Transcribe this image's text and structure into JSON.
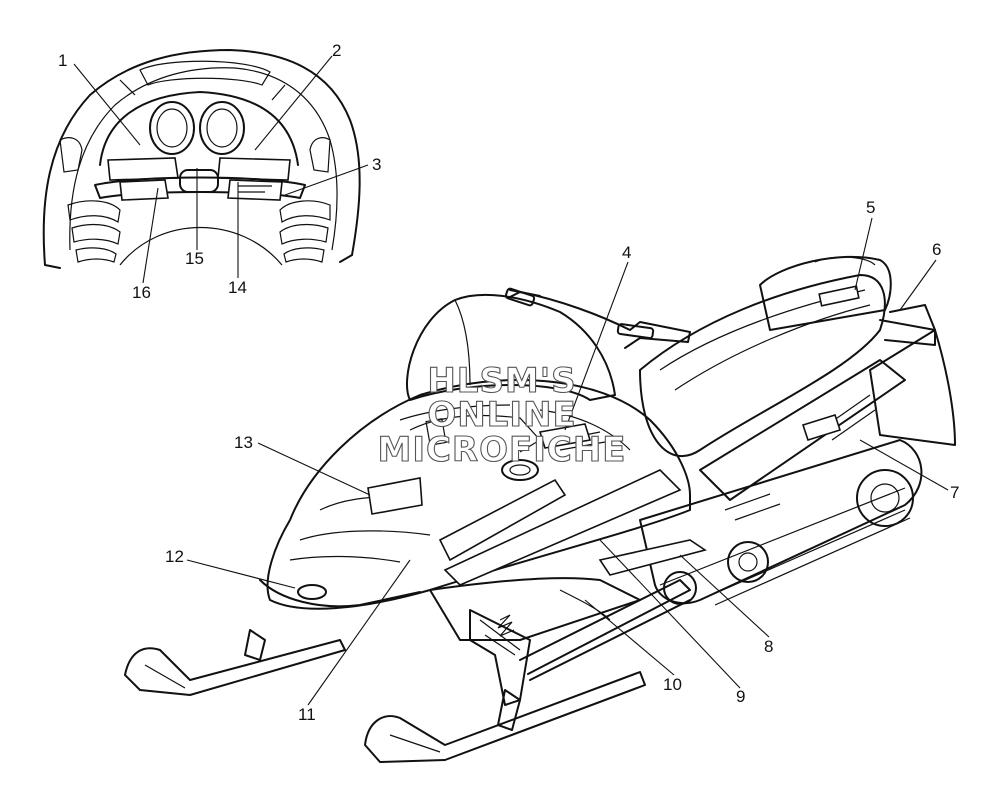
{
  "callouts": [
    "1",
    "2",
    "3",
    "4",
    "5",
    "6",
    "7",
    "8",
    "9",
    "10",
    "11",
    "12",
    "13",
    "14",
    "15",
    "16"
  ],
  "watermark": {
    "line1": "HLSM'S",
    "line2": "ONLINE",
    "line3": "MICROFICHE"
  },
  "colors": {
    "ink": "#111111",
    "paper": "#ffffff"
  }
}
